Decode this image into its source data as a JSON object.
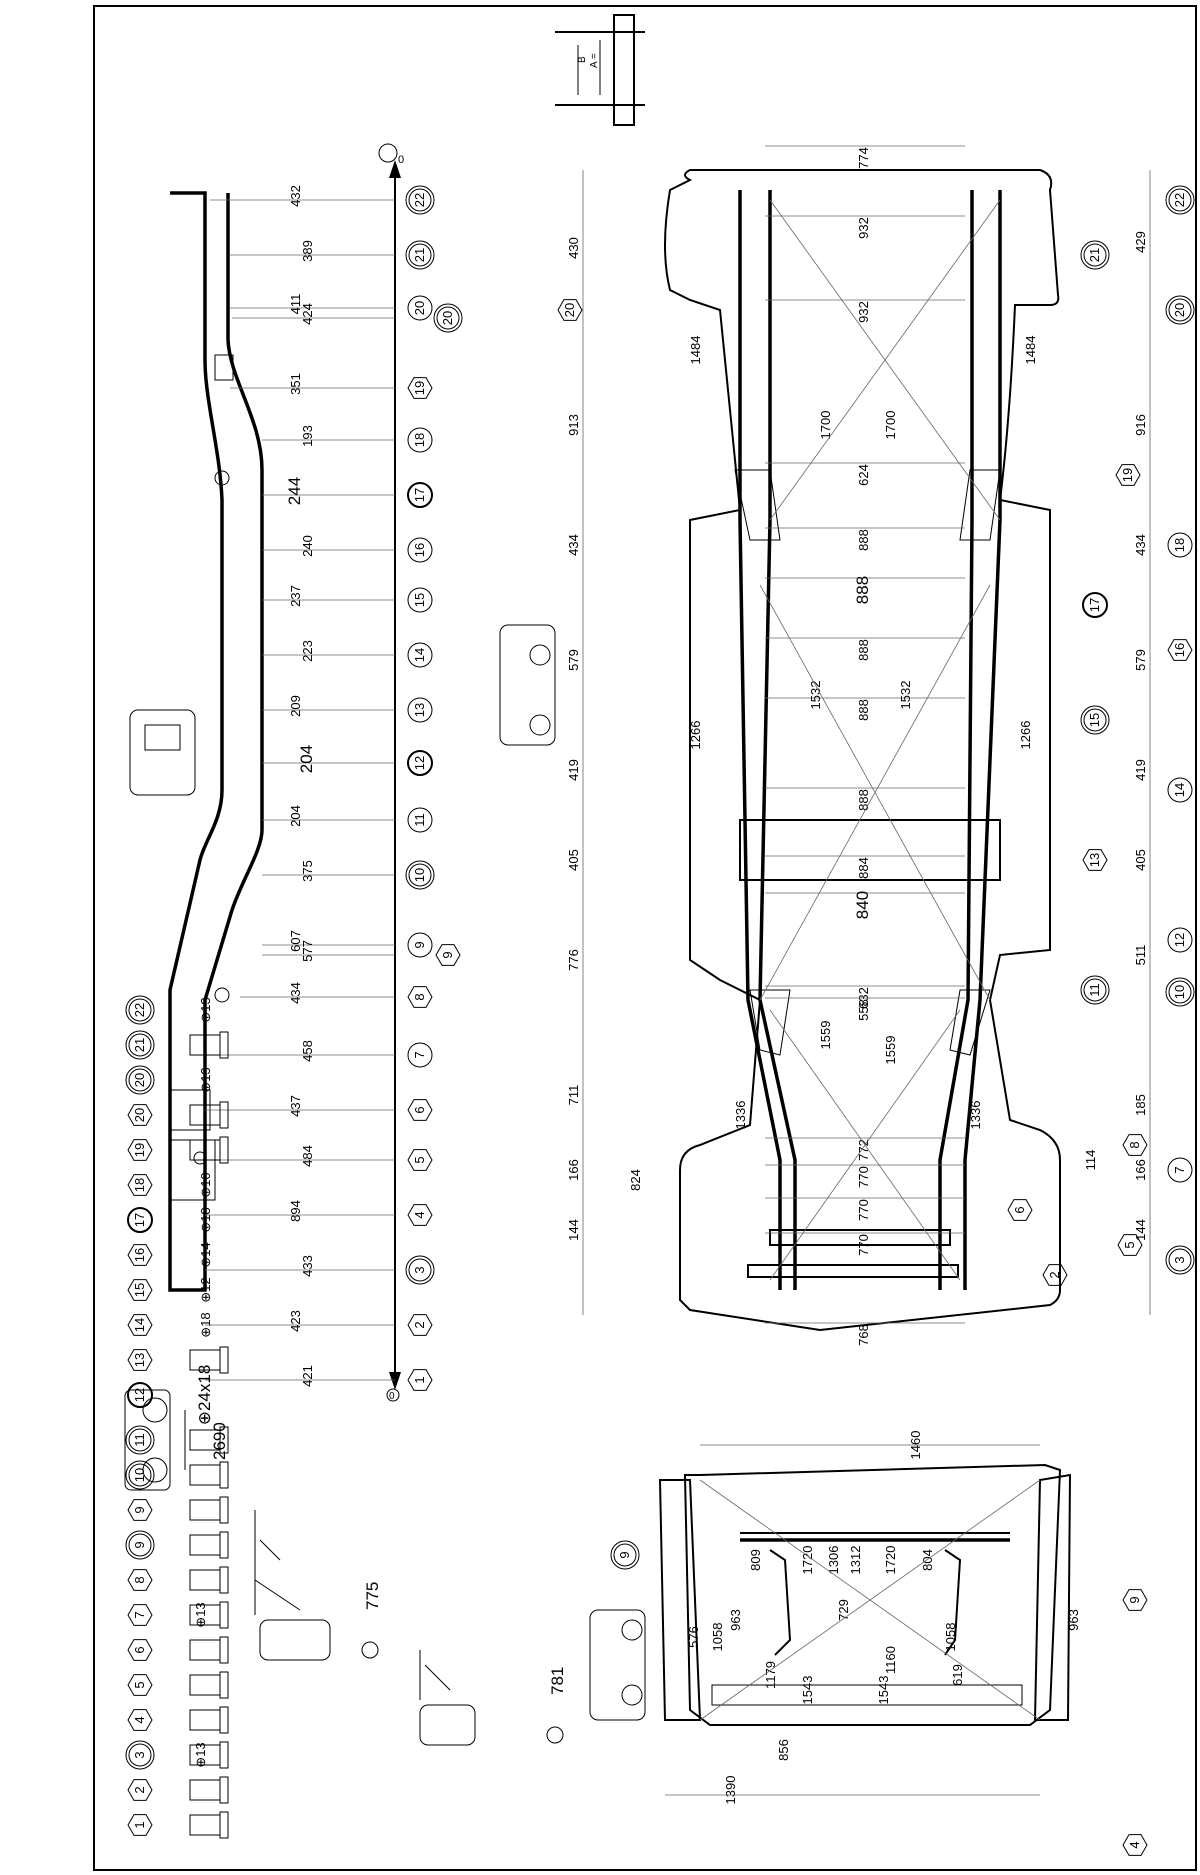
{
  "side_view": {
    "axis_origin_labels": [
      "0",
      "0"
    ],
    "heights": [
      {
        "value": "432",
        "pt": "22"
      },
      {
        "value": "389",
        "pt": "21"
      },
      {
        "value": "411",
        "pt": "20"
      },
      {
        "value": "424",
        "pt": "20"
      },
      {
        "value": "351",
        "pt": "19"
      },
      {
        "value": "193",
        "pt": "18"
      },
      {
        "value": "244",
        "pt": "17"
      },
      {
        "value": "240",
        "pt": "16"
      },
      {
        "value": "237",
        "pt": "15"
      },
      {
        "value": "223",
        "pt": "14"
      },
      {
        "value": "209",
        "pt": "13"
      },
      {
        "value": "204",
        "pt": "12"
      },
      {
        "value": "204",
        "pt": "11"
      },
      {
        "value": "375",
        "pt": "10"
      },
      {
        "value": "607",
        "pt": "9"
      },
      {
        "value": "577",
        "pt": "9"
      },
      {
        "value": "434",
        "pt": "8"
      },
      {
        "value": "458",
        "pt": "7"
      },
      {
        "value": "437",
        "pt": "6"
      },
      {
        "value": "484",
        "pt": "5"
      },
      {
        "value": "894",
        "pt": "4"
      },
      {
        "value": "433",
        "pt": "3"
      },
      {
        "value": "423",
        "pt": "2"
      },
      {
        "value": "421",
        "pt": "1"
      }
    ],
    "points": [
      "22",
      "21",
      "20",
      "20",
      "19",
      "18",
      "17",
      "16",
      "15",
      "14",
      "13",
      "12",
      "11",
      "10",
      "9",
      "9",
      "8",
      "7",
      "6",
      "5",
      "4",
      "3",
      "2",
      "1"
    ]
  },
  "top_view": {
    "left_lengths": [
      "430",
      "913",
      "434",
      "579",
      "419",
      "405",
      "776",
      "711",
      "166",
      "144"
    ],
    "right_lengths": [
      "429",
      "916",
      "434",
      "579",
      "419",
      "405",
      "511",
      "185",
      "166",
      "144"
    ],
    "widths": [
      "774",
      "932",
      "932",
      "624",
      "888",
      "888",
      "888",
      "888",
      "888",
      "884",
      "840",
      "632",
      "558",
      "772",
      "770",
      "770",
      "770",
      "768"
    ],
    "diagonals": [
      "1484",
      "1484",
      "1700",
      "1700",
      "1532",
      "1532",
      "1266",
      "1266",
      "1559",
      "1559",
      "1336",
      "1336"
    ],
    "small": [
      "824",
      "114"
    ],
    "left_points": [
      "20"
    ],
    "right_points": [
      "22",
      "21",
      "20",
      "19",
      "18",
      "17",
      "16",
      "15",
      "14",
      "13",
      "12",
      "11",
      "10",
      "8",
      "7",
      "6",
      "5",
      "3",
      "2"
    ]
  },
  "front_view": {
    "dims": [
      "1460",
      "963",
      "963",
      "809",
      "1720",
      "1306",
      "1312",
      "1720",
      "804",
      "576",
      "1058",
      "1058",
      "729",
      "1179",
      "1543",
      "1543",
      "1160",
      "619",
      "856",
      "1390"
    ],
    "points": [
      "9",
      "9",
      "4"
    ]
  },
  "legend": {
    "left_col": [
      {
        "pt": "1",
        "spec": ""
      },
      {
        "pt": "2",
        "spec": ""
      },
      {
        "pt": "3",
        "spec": "⊕13"
      },
      {
        "pt": "4",
        "spec": ""
      },
      {
        "pt": "5",
        "spec": ""
      },
      {
        "pt": "6",
        "spec": ""
      },
      {
        "pt": "7",
        "spec": "⊕13"
      },
      {
        "pt": "8",
        "spec": ""
      },
      {
        "pt": "9",
        "spec": ""
      },
      {
        "pt": "9",
        "spec": ""
      },
      {
        "pt": "10",
        "spec": ""
      },
      {
        "pt": "11",
        "spec": ""
      }
    ],
    "right_col": [
      {
        "pt": "12",
        "spec": "⊕24x18"
      },
      {
        "pt": "13",
        "spec": ""
      },
      {
        "pt": "14",
        "spec": "⊕18"
      },
      {
        "pt": "15",
        "spec": "⊕12"
      },
      {
        "pt": "16",
        "spec": "⊕14"
      },
      {
        "pt": "17",
        "spec": "⊕18"
      },
      {
        "pt": "18",
        "spec": "⊕10"
      },
      {
        "pt": "19",
        "spec": ""
      },
      {
        "pt": "20",
        "spec": ""
      },
      {
        "pt": "20",
        "spec": "⊕13"
      },
      {
        "pt": "21",
        "spec": ""
      },
      {
        "pt": "22",
        "spec": "⊕13"
      }
    ]
  },
  "wheelbase": "2690",
  "lift_heights": [
    "775",
    "781"
  ],
  "gauge_labels": {
    "a": "A =",
    "b": "B"
  }
}
